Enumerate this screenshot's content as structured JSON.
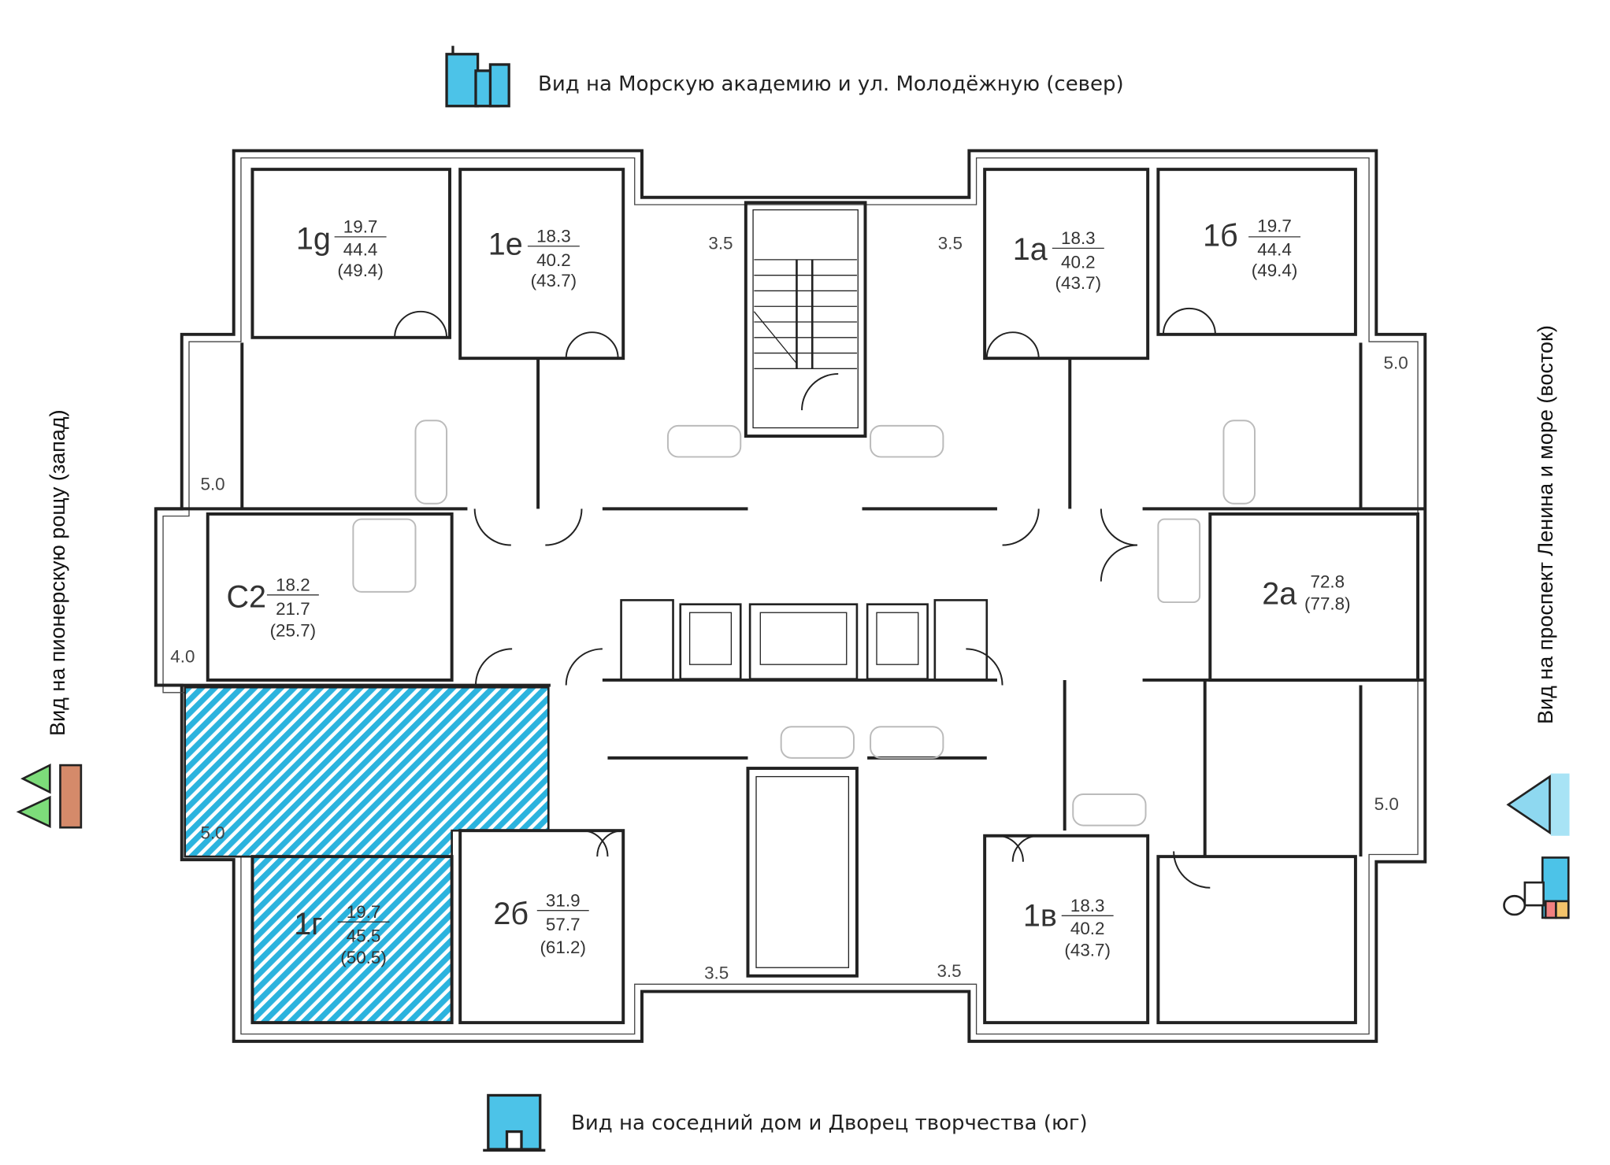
{
  "views": {
    "north": "Вид на Морскую академию и ул. Молодёжную (север)",
    "south": "Вид на соседний дом и Дворец творчества (юг)",
    "west": "Вид на пионерскую рощу (запад)",
    "east": "Вид на проспект Ленина и море (восток)"
  },
  "apartments": [
    {
      "code": "1g",
      "living": "19.7",
      "total": "44.4",
      "with_balcony": "(49.4)"
    },
    {
      "code": "1e",
      "living": "18.3",
      "total": "40.2",
      "with_balcony": "(43.7)"
    },
    {
      "code": "1a",
      "living": "18.3",
      "total": "40.2",
      "with_balcony": "(43.7)"
    },
    {
      "code": "1б",
      "living": "19.7",
      "total": "44.4",
      "with_balcony": "(49.4)"
    },
    {
      "code": "C2",
      "living": "18.2",
      "total": "21.7",
      "with_balcony": "(25.7)"
    },
    {
      "code": "2a",
      "total": "72.8",
      "with_balcony": "(77.8)"
    },
    {
      "code": "1г",
      "living": "19.7",
      "total": "45.5",
      "with_balcony": "(50.5)",
      "selected": true
    },
    {
      "code": "2б",
      "living": "31.9",
      "total": "57.7",
      "with_balcony": "(61.2)"
    },
    {
      "code": "1в",
      "living": "18.3",
      "total": "40.2",
      "with_balcony": "(43.7)"
    }
  ],
  "balconies": [
    "3.5",
    "3.5",
    "3.5",
    "3.5",
    "5.0",
    "5.0",
    "5.0",
    "5.0",
    "4.0"
  ],
  "colors": {
    "highlight": "#2bb3de",
    "wall": "#222222"
  },
  "icons": [
    "office-buildings-icon",
    "apartment-building-icon",
    "trees-icon",
    "sailboat-icon",
    "city-icon"
  ]
}
